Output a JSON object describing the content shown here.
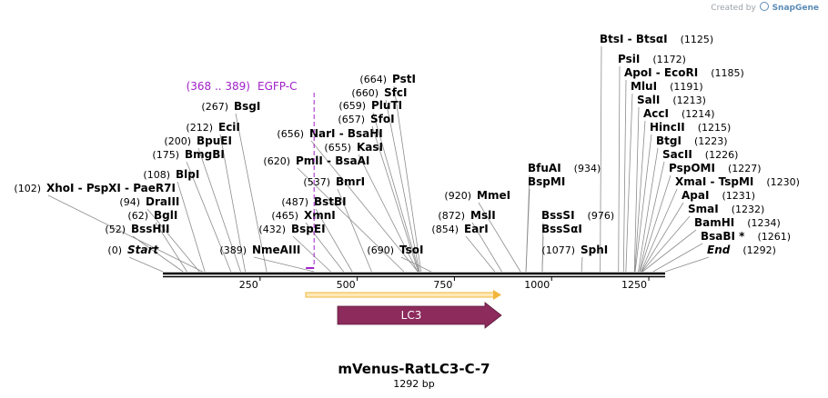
{
  "creator": {
    "prefix": "Created by",
    "brand": "SnapGene"
  },
  "map": {
    "name": "mVenus-RatLC3-C-7",
    "size_text": "1292 bp",
    "length": 1292,
    "ticks": [
      250,
      500,
      750,
      1000,
      1250
    ]
  },
  "sites": [
    {
      "name": "Start",
      "pos": "(0)",
      "bp": 0,
      "italic": true
    },
    {
      "name": "BssHII",
      "pos": "(52)",
      "bp": 52
    },
    {
      "name": "BglI",
      "pos": "(62)",
      "bp": 62
    },
    {
      "name": "DraIII",
      "pos": "(94)",
      "bp": 94
    },
    {
      "name": "XhoI - PspXI - PaeR7I",
      "pos": "(102)",
      "bp": 102
    },
    {
      "name": "BlpI",
      "pos": "(108)",
      "bp": 108
    },
    {
      "name": "BmgBI",
      "pos": "(175)",
      "bp": 175
    },
    {
      "name": "BpuEI",
      "pos": "(200)",
      "bp": 200
    },
    {
      "name": "EciI",
      "pos": "(212)",
      "bp": 212
    },
    {
      "name": "BsgI",
      "pos": "(267)",
      "bp": 267
    },
    {
      "name": "NmeAIII",
      "pos": "(389)",
      "bp": 389
    },
    {
      "name": "BspEI",
      "pos": "(432)",
      "bp": 432
    },
    {
      "name": "XmnI",
      "pos": "(465)",
      "bp": 465
    },
    {
      "name": "BstBI",
      "pos": "(487)",
      "bp": 487
    },
    {
      "name": "BmrI",
      "pos": "(537)",
      "bp": 537
    },
    {
      "name": "PmlI - BsaAI",
      "pos": "(620)",
      "bp": 620
    },
    {
      "name": "NarI - BsaHI",
      "pos": "(656)",
      "bp": 656
    },
    {
      "name": "KasI",
      "pos": "(655)",
      "bp": 655
    },
    {
      "name": "SfoI",
      "pos": "(657)",
      "bp": 657
    },
    {
      "name": "PluTI",
      "pos": "(659)",
      "bp": 659
    },
    {
      "name": "SfcI",
      "pos": "(660)",
      "bp": 660
    },
    {
      "name": "PstI",
      "pos": "(664)",
      "bp": 664
    },
    {
      "name": "TsoI",
      "pos": "(690)",
      "bp": 690
    },
    {
      "name": "EarI",
      "pos": "(854)",
      "bp": 854
    },
    {
      "name": "MslI",
      "pos": "(872)",
      "bp": 872
    },
    {
      "name": "MmeI",
      "pos": "(920)",
      "bp": 920
    },
    {
      "name": "BspMI",
      "pos": "",
      "bp": 934
    },
    {
      "name": "BfuAI",
      "pos": "(934)",
      "bp": 934
    },
    {
      "name": "BssSαI",
      "pos": "",
      "bp": 976
    },
    {
      "name": "BssSI",
      "pos": "(976)",
      "bp": 976
    },
    {
      "name": "SphI",
      "pos": "(1077)",
      "bp": 1077
    },
    {
      "name": "BtsI - BtsαI",
      "pos": "(1125)",
      "bp": 1125
    },
    {
      "name": "PsiI",
      "pos": "(1172)",
      "bp": 1172
    },
    {
      "name": "ApoI - EcoRI",
      "pos": "(1185)",
      "bp": 1185
    },
    {
      "name": "MluI",
      "pos": "(1191)",
      "bp": 1191
    },
    {
      "name": "SalI",
      "pos": "(1213)",
      "bp": 1213
    },
    {
      "name": "AccI",
      "pos": "(1214)",
      "bp": 1214
    },
    {
      "name": "HincII",
      "pos": "(1215)",
      "bp": 1215
    },
    {
      "name": "BtgI",
      "pos": "(1223)",
      "bp": 1223
    },
    {
      "name": "SacII",
      "pos": "(1226)",
      "bp": 1226
    },
    {
      "name": "PspOMI",
      "pos": "(1227)",
      "bp": 1227
    },
    {
      "name": "XmaI - TspMI",
      "pos": "(1230)",
      "bp": 1230
    },
    {
      "name": "ApaI",
      "pos": "(1231)",
      "bp": 1231
    },
    {
      "name": "SmaI",
      "pos": "(1232)",
      "bp": 1232
    },
    {
      "name": "BamHI",
      "pos": "(1234)",
      "bp": 1234
    },
    {
      "name": "BsaBI *",
      "pos": "(1261)",
      "bp": 1261
    },
    {
      "name": "End",
      "pos": "(1292)",
      "bp": 1292,
      "italic": true
    }
  ],
  "primer": {
    "range": "(368 .. 389)",
    "name": "EGFP-C",
    "bp": 389,
    "color": "#a020c8"
  },
  "features": [
    {
      "name": "",
      "kind": "orf",
      "start": 378,
      "end": 882,
      "color": "#f2b63c"
    },
    {
      "name": "LC3",
      "kind": "arrow",
      "start": 450,
      "end": 882,
      "color": "#8c2b5c"
    }
  ]
}
